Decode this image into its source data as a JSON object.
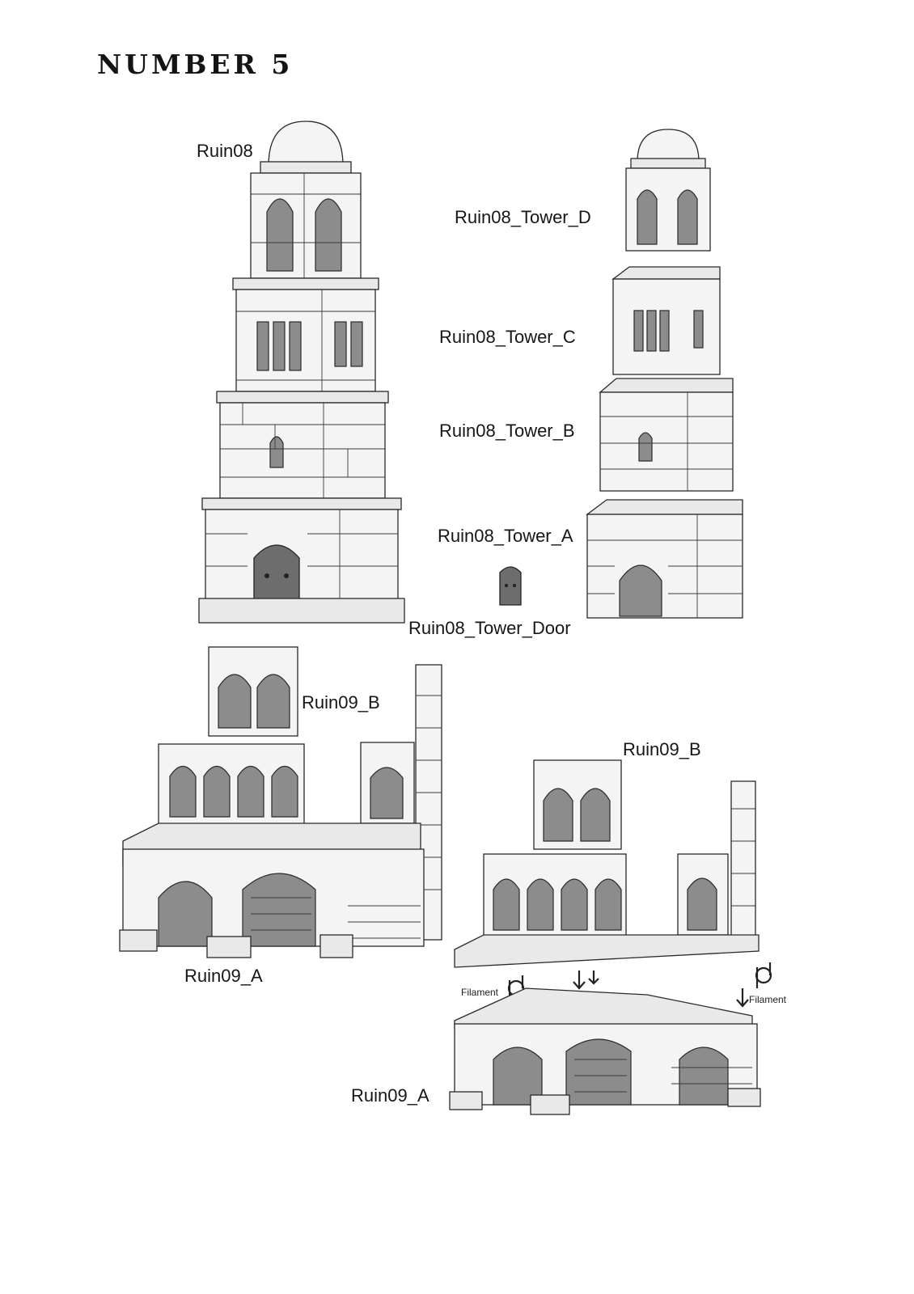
{
  "page": {
    "heading": "NUMBER 5"
  },
  "labels": {
    "ruin08": "Ruin08",
    "tower_d": "Ruin08_Tower_D",
    "tower_c": "Ruin08_Tower_C",
    "tower_b": "Ruin08_Tower_B",
    "tower_a": "Ruin08_Tower_A",
    "tower_door": "Ruin08_Tower_Door",
    "ruin09_b_left": "Ruin09_B",
    "ruin09_a_left": "Ruin09_A",
    "ruin09_b_right": "Ruin09_B",
    "ruin09_a_right": "Ruin09_A",
    "filament_left": "Filament",
    "filament_right": "Filament"
  },
  "icons": {
    "filament": "filament-spool-icon",
    "arrow": "down-arrow-icon"
  }
}
